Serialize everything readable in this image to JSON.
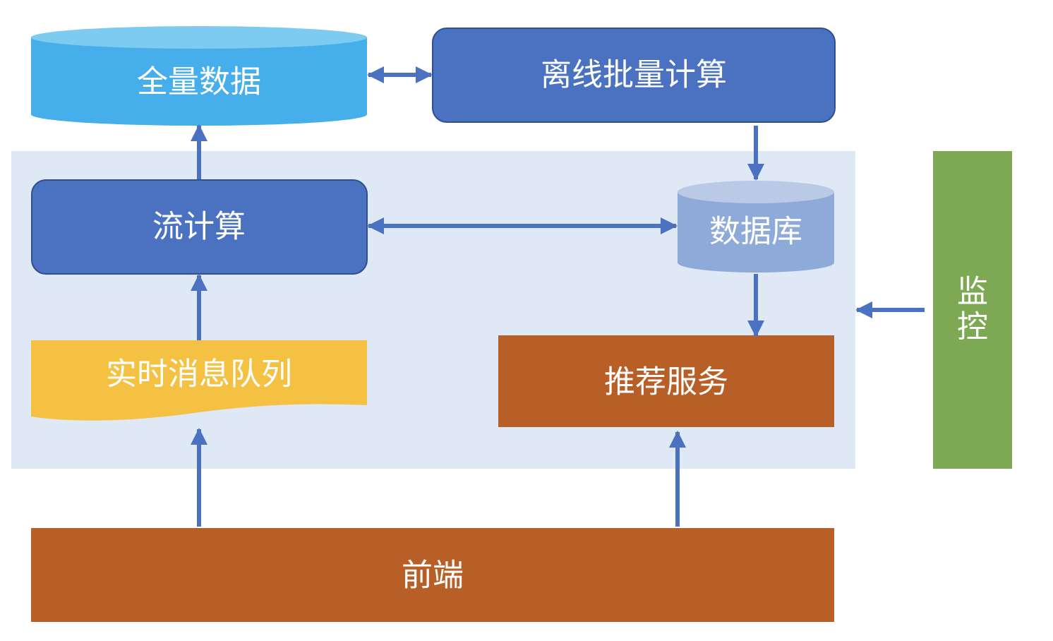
{
  "nodes": {
    "full_data": "全量数据",
    "offline_batch": "离线批量计算",
    "stream_compute": "流计算",
    "database": "数据库",
    "realtime_mq": "实时消息队列",
    "recommend_service": "推荐服务",
    "frontend": "前端",
    "monitor_line1": "监",
    "monitor_line2": "控"
  },
  "colors": {
    "panel_bg": "#dfe9f5",
    "cylinder_top": "#7ecbf1",
    "cylinder_body": "#46aeea",
    "db_top": "#b9c9e6",
    "db_body": "#8eaad9",
    "rounded_box": "#4a72c0",
    "queue": "#f5c142",
    "orange_box": "#b85f28",
    "monitor": "#7ea954",
    "arrow": "#4a72c0"
  }
}
